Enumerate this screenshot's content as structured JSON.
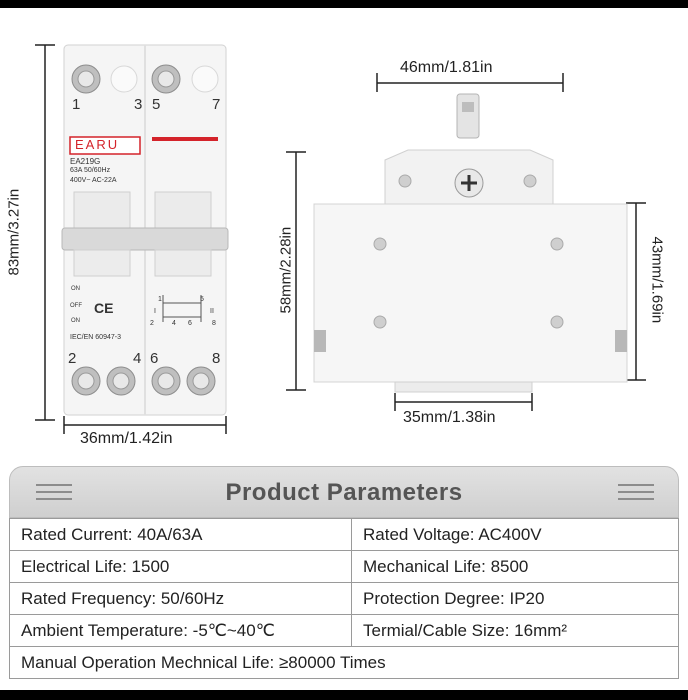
{
  "dimensions": {
    "front_width": "36mm/1.42in",
    "front_height": "83mm/3.27in",
    "side_top_width": "46mm/1.81in",
    "side_height": "58mm/2.28in",
    "side_body_height": "43mm/1.69in",
    "side_rail_width": "35mm/1.38in"
  },
  "device": {
    "brand": "EARU",
    "model": "EA219G",
    "rating": "63A 50/60Hz",
    "voltage_class": "400V~ AC-22A",
    "terminals_top": [
      "1",
      "3",
      "5",
      "7"
    ],
    "terminals_bottom": [
      "2",
      "4",
      "6",
      "8"
    ],
    "on_label": "ON",
    "off_label": "OFF",
    "ce_mark": "CE",
    "standard": "IEC/EN 60947-3",
    "diagram_top": [
      "1",
      "5"
    ],
    "diagram_bottom": [
      "2",
      "4",
      "6",
      "8"
    ],
    "diagram_roman": [
      "I",
      "II"
    ]
  },
  "parameters": {
    "title": "Product Parameters",
    "rows": [
      [
        "Rated Current: 40A/63A",
        "Rated Voltage: AC400V"
      ],
      [
        "Electrical Life: 1500",
        "Mechanical Life: 8500"
      ],
      [
        "Rated Frequency: 50/60Hz",
        "Protection Degree: IP20"
      ],
      [
        "Ambient Temperature: -5℃~40℃",
        "Termial/Cable Size: 16mm²"
      ]
    ],
    "footer_row": "Manual Operation Mechnical Life: ≥80000 Times"
  },
  "colors": {
    "brand_red": "#d4232a",
    "device_body": "#f4f4f4",
    "table_header": "#d8d8d8"
  }
}
